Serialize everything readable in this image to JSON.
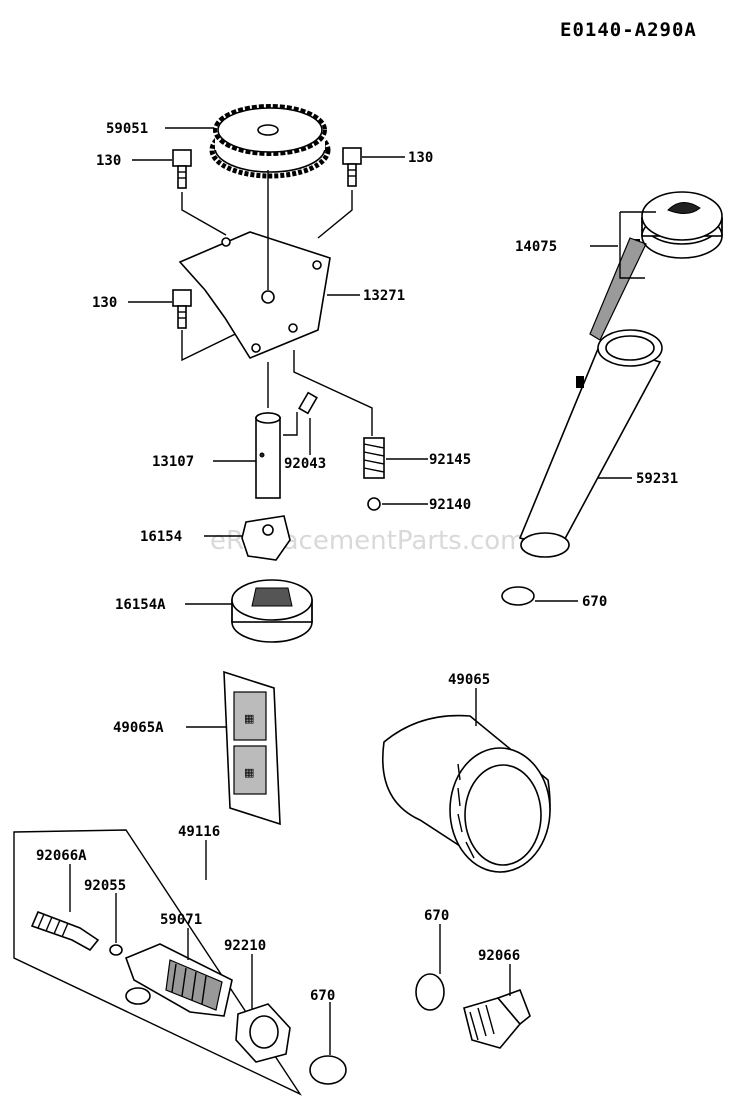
{
  "diagram_code": "E0140-A290A",
  "watermark": "eReplacementParts.com",
  "parts": {
    "gear": "59051",
    "bolt_left": "130",
    "bolt_right": "130",
    "bolt_lower": "130",
    "cover": "13271",
    "shaft": "13107",
    "pin": "92043",
    "spring": "92145",
    "ball": "92140",
    "inner_rotor": "16154",
    "outer_rotor": "16154A",
    "dipstick": "14075",
    "filler_tube": "59231",
    "oring_tube": "670",
    "oil_filter": "49065",
    "strainer": "49065A",
    "filter_assy": "49116",
    "plug_a": "92066A",
    "washer": "92055",
    "fitting": "59071",
    "nut": "92210",
    "oring_assy": "670",
    "oring_drain": "670",
    "drain_plug": "92066"
  }
}
